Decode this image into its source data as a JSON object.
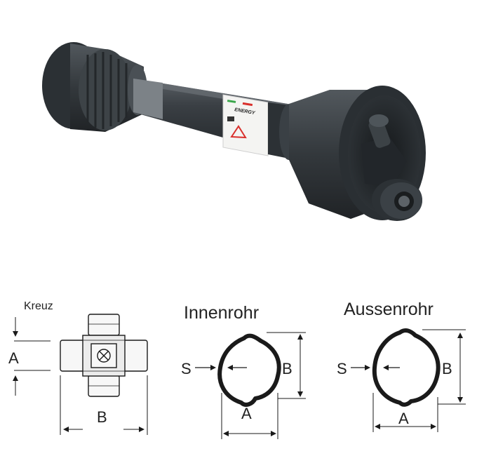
{
  "product": {
    "brand_label": "ENERGY"
  },
  "diagrams": {
    "cross": {
      "title": "Kreuz",
      "dim_a": "A",
      "dim_b": "B"
    },
    "inner_tube": {
      "title": "Innenrohr",
      "dim_s": "S",
      "dim_a": "A",
      "dim_b": "B"
    },
    "outer_tube": {
      "title": "Aussenrohr",
      "dim_s": "S",
      "dim_a": "A",
      "dim_b": "B"
    }
  },
  "colors": {
    "shaft_dark": "#2f3438",
    "shaft_mid": "#454b50",
    "shaft_light": "#6a7075",
    "line": "#1a1a1a",
    "warning_red": "#d9302c",
    "warning_green": "#3aa64a"
  }
}
